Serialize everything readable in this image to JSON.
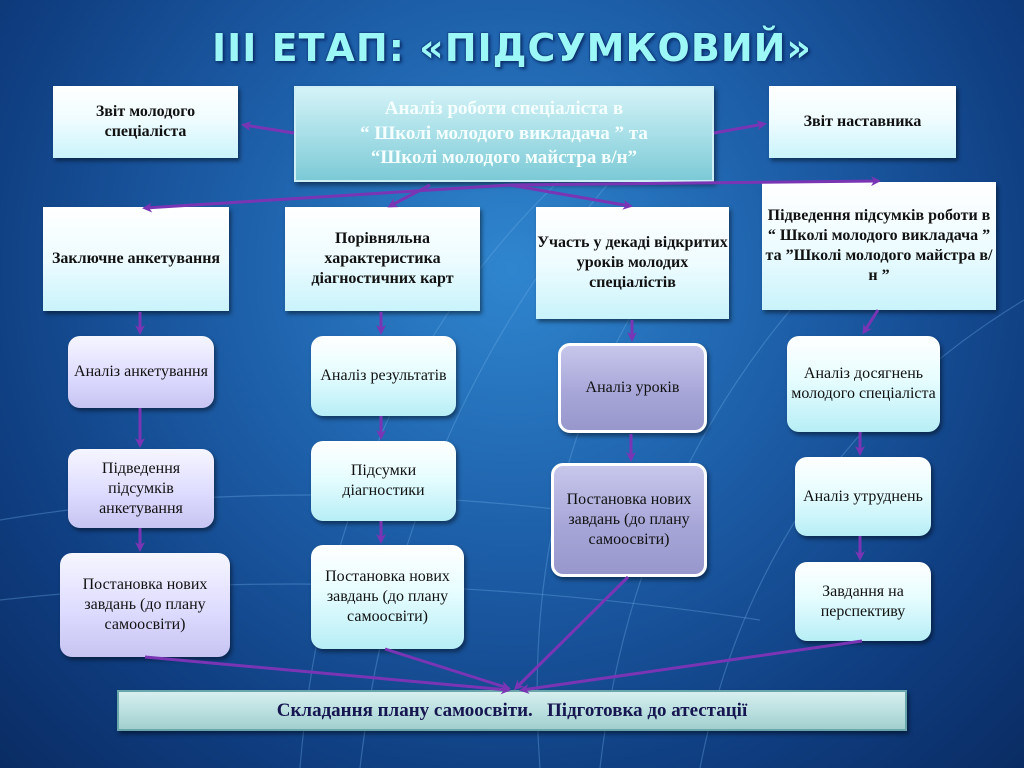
{
  "title": "III ЕТАП: «ПІДСУМКОВИЙ»",
  "top": {
    "left": "Звіт молодого спеціаліста",
    "center": "Аналіз роботи спеціаліста в\n“ Школі молодого викладача ” та\n“Школі молодого майстра в/н”",
    "right": "Звіт наставника"
  },
  "columns": [
    {
      "header": "Заключне анкетування",
      "steps": [
        "Аналіз анкетування",
        "Підведення підсумків анкетування",
        "Постановка нових завдань (до плану самоосвіти)"
      ]
    },
    {
      "header": "Порівняльна характеристика діагностичних карт",
      "steps": [
        "Аналіз результатів",
        "Підсумки діагностики",
        "Постановка нових завдань (до плану самоосвіти)"
      ]
    },
    {
      "header": "Участь у декаді відкритих уроків молодих спеціалістів",
      "steps": [
        "Аналіз уроків",
        "Постановка нових завдань (до плану самоосвіти)"
      ]
    },
    {
      "header": "Підведення підсумків роботи в “ Школі молодого викладача ” та ”Школі молодого майстра в/н ”",
      "steps": [
        "Аналіз досягнень молодого спеціаліста",
        "Аналіз утруднень",
        "Завдання на перспективу"
      ]
    }
  ],
  "bottom": "Складання плану самоосвіти.   Підготовка до атестації",
  "colors": {
    "arrow": "#7a35b5",
    "title": "#9cf7f7",
    "background": "#1d5ea8"
  }
}
